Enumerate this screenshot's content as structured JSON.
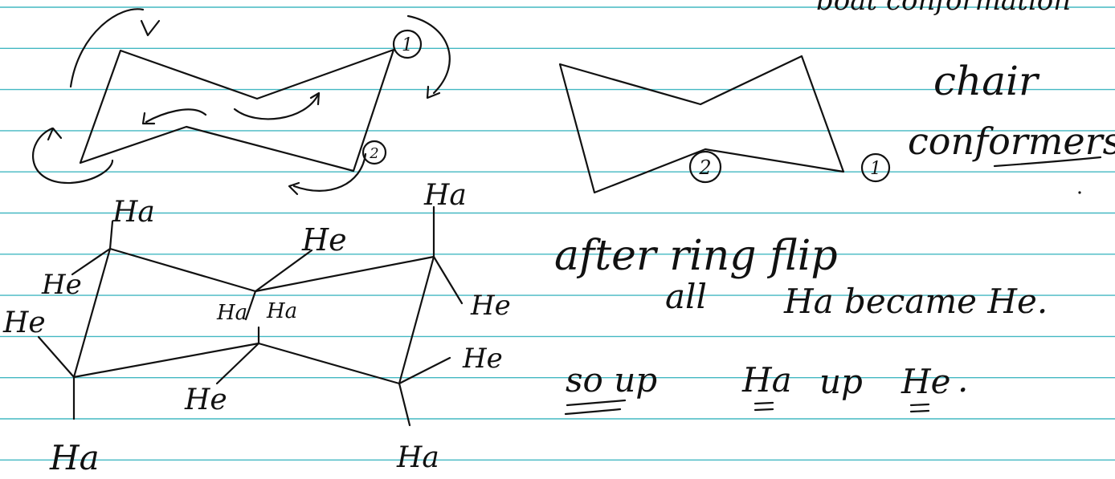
{
  "header": {
    "title_fragment": "boat conformation"
  },
  "notebook": {
    "rule_color": "#43b8c2",
    "ink_color": "#111111"
  },
  "labels": {
    "circle_one": "1",
    "circle_two": "2",
    "circle_two_right": "2",
    "circle_one_right": "1",
    "chair": "chair",
    "conformers": "conformers",
    "ha": "Ha",
    "he": "He"
  },
  "notes": {
    "line1": "after ring flip",
    "line2_a": "all",
    "line2_b": "Ha became He.",
    "line3_a": "so up",
    "line3_b": "Ha",
    "line3_c": "up",
    "line3_d": "He",
    "line3_e": "."
  }
}
